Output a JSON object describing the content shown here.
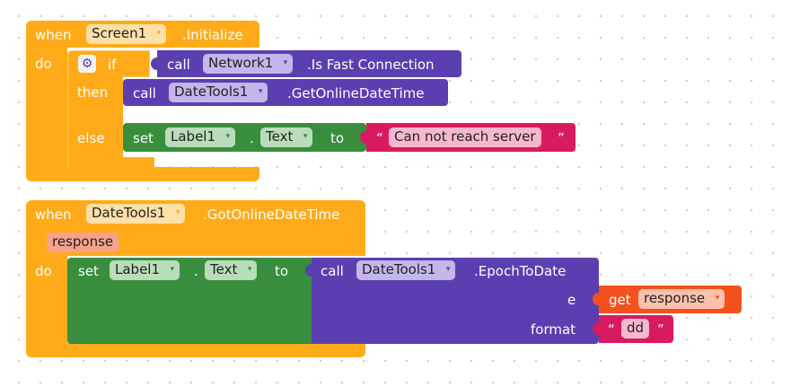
{
  "event1": {
    "when": "when",
    "component": "Screen1",
    "event": ".Initialize",
    "do": "do",
    "if_label": "if",
    "then_label": "then",
    "else_label": "else",
    "condition": {
      "call": "call",
      "component": "Network1",
      "method": ".Is Fast Connection"
    },
    "then_call": {
      "call": "call",
      "component": "DateTools1",
      "method": ".GetOnlineDateTime"
    },
    "else_set": {
      "set": "set",
      "component": "Label1",
      "dot": ".",
      "property": "Text",
      "to": "to",
      "open_quote": "“",
      "value": "Can not reach server",
      "close_quote": "”"
    }
  },
  "event2": {
    "when": "when",
    "component": "DateTools1",
    "event": ".GotOnlineDateTime",
    "param": "response",
    "do": "do",
    "set": {
      "set": "set",
      "component": "Label1",
      "dot": ".",
      "property": "Text",
      "to": "to"
    },
    "call": {
      "call": "call",
      "component": "DateTools1",
      "method": ".EpochToDate",
      "arg1_label": "e",
      "arg2_label": "format",
      "get_label": "get",
      "get_var": "response",
      "open_quote": "“",
      "format_value": "dd",
      "close_quote": "”"
    }
  },
  "icons": {
    "dropdown": "▾",
    "gear": "⚙"
  },
  "colors": {
    "control": "#ffab19",
    "procedure": "#5b3fb1",
    "setter": "#388e3c",
    "text": "#d81b60",
    "variable": "#f4511e"
  }
}
